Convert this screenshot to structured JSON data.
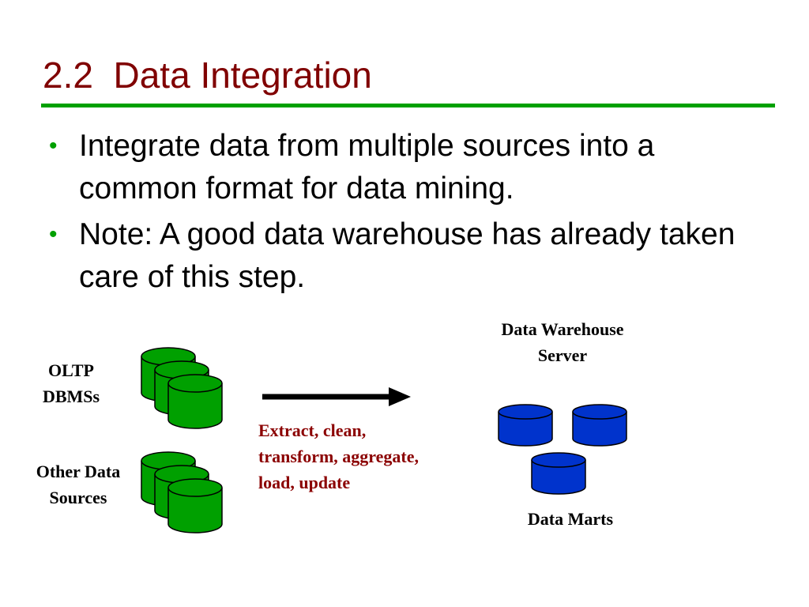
{
  "slide": {
    "title": "2.2  Data Integration",
    "bullets": [
      "Integrate data from multiple sources into a common format for data mining.",
      "Note: A good data warehouse has already taken care of this step."
    ],
    "bullet_symbol": "•"
  },
  "diagram": {
    "oltp_label_line1": "OLTP",
    "oltp_label_line2": "DBMSs",
    "other_label_line1": "Other Data",
    "other_label_line2": "Sources",
    "process_line1": "Extract, clean,",
    "process_line2": "transform, aggregate,",
    "process_line3": "load, update",
    "warehouse_line1": "Data Warehouse",
    "warehouse_line2": "Server",
    "marts_label": "Data Marts"
  },
  "colors": {
    "title": "#800000",
    "rule": "#00a000",
    "bullet_dot": "#00a000",
    "source_db_fill": "#00a000",
    "mart_db_fill": "#0033cc",
    "process_text": "#8b0000"
  },
  "icons": {
    "source_db": "database-cylinder-icon",
    "mart_db": "database-cylinder-icon",
    "arrow": "right-arrow-icon"
  }
}
